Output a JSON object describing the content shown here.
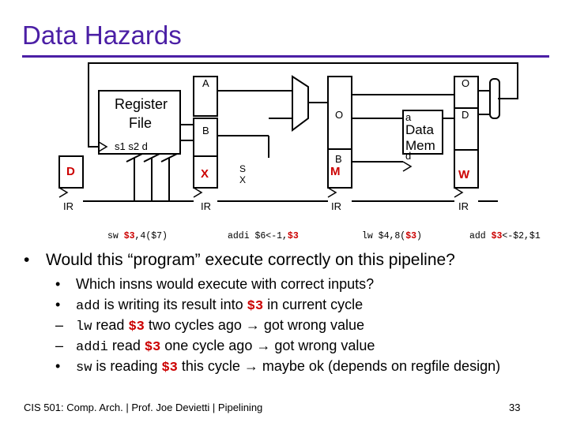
{
  "title": "Data Hazards",
  "diagram": {
    "regfile_title_1": "Register",
    "regfile_title_2": "File",
    "regfile_ports": "s1 s2  d",
    "stage_labels": {
      "D": "D",
      "X": "X",
      "M": "M",
      "W": "W"
    },
    "ir": "IR",
    "A": "A",
    "B": "B",
    "O": "O",
    "S": "S",
    "Xsmall": "X",
    "D_lbl": "D",
    "a": "a",
    "d": "d",
    "data_mem_1": "Data",
    "data_mem_2": "Mem",
    "instr": [
      {
        "pre": "sw ",
        "reg": "$3",
        "post": ",4($7)"
      },
      {
        "pre": "addi $6<-1,",
        "reg": "$3",
        "post": ""
      },
      {
        "pre": "lw $4,8(",
        "reg": "$3",
        "post": ")"
      },
      {
        "pre": "add ",
        "reg": "$3",
        "post": "<-$2,$1"
      }
    ]
  },
  "question": {
    "bullet": "•",
    "text": "Would this “program” execute correctly on this pipeline?"
  },
  "subs": [
    {
      "marker": "•",
      "a": "Which insns would execute with correct inputs?"
    },
    {
      "marker": "•",
      "code": "add",
      "a": " is writing its result into ",
      "reg": "$3",
      "b": " in current cycle"
    },
    {
      "marker": "–",
      "code": "lw",
      "a": " read ",
      "reg": "$3",
      "b": " two cycles ago → got wrong value"
    },
    {
      "marker": "–",
      "code": "addi",
      "a": " read ",
      "reg": "$3",
      "b": " one cycle ago → got wrong value"
    },
    {
      "marker": "•",
      "code": "sw",
      "a": " is reading ",
      "reg": "$3",
      "b": " this cycle → maybe ok (depends on regfile design)"
    }
  ],
  "footer": "CIS 501: Comp. Arch.  |  Prof. Joe Devietti  |  Pipelining",
  "page_number": "33",
  "colors": {
    "title": "#4b1fa5",
    "highlight": "#cc0000"
  }
}
